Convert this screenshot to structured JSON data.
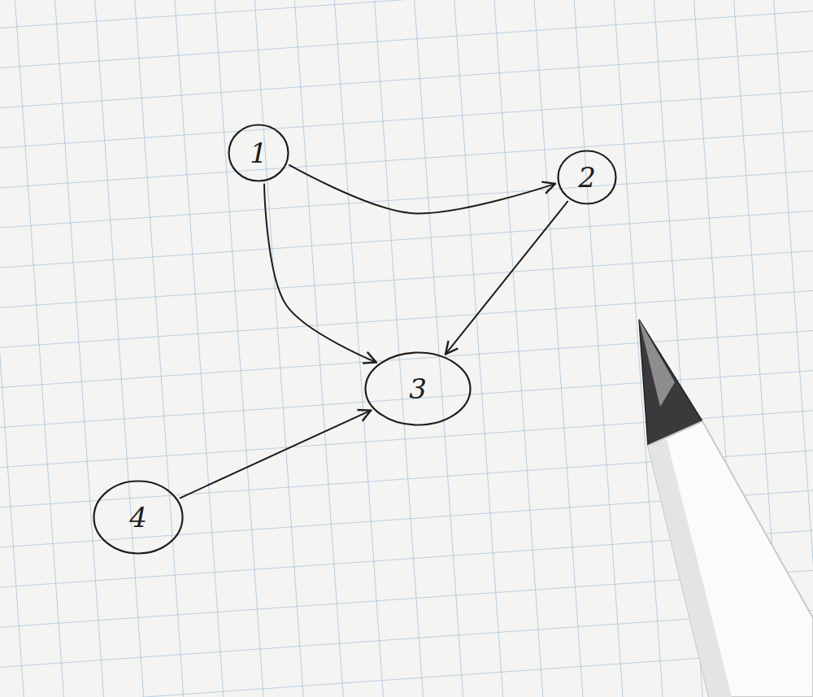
{
  "diagram": {
    "nodes": [
      {
        "text": [
          "1"
        ]
      },
      {
        "text": [
          "2"
        ]
      },
      {
        "text": [
          "3"
        ]
      },
      {
        "text": [
          "4"
        ]
      }
    ],
    "edges": [
      {
        "from": 0,
        "to": 1,
        "arrow": "to"
      },
      {
        "from": 0,
        "to": 2,
        "arrow": "to"
      },
      {
        "from": 1,
        "to": 2,
        "arrow": "to"
      },
      {
        "from": 3,
        "to": 2,
        "arrow": "to"
      }
    ]
  }
}
